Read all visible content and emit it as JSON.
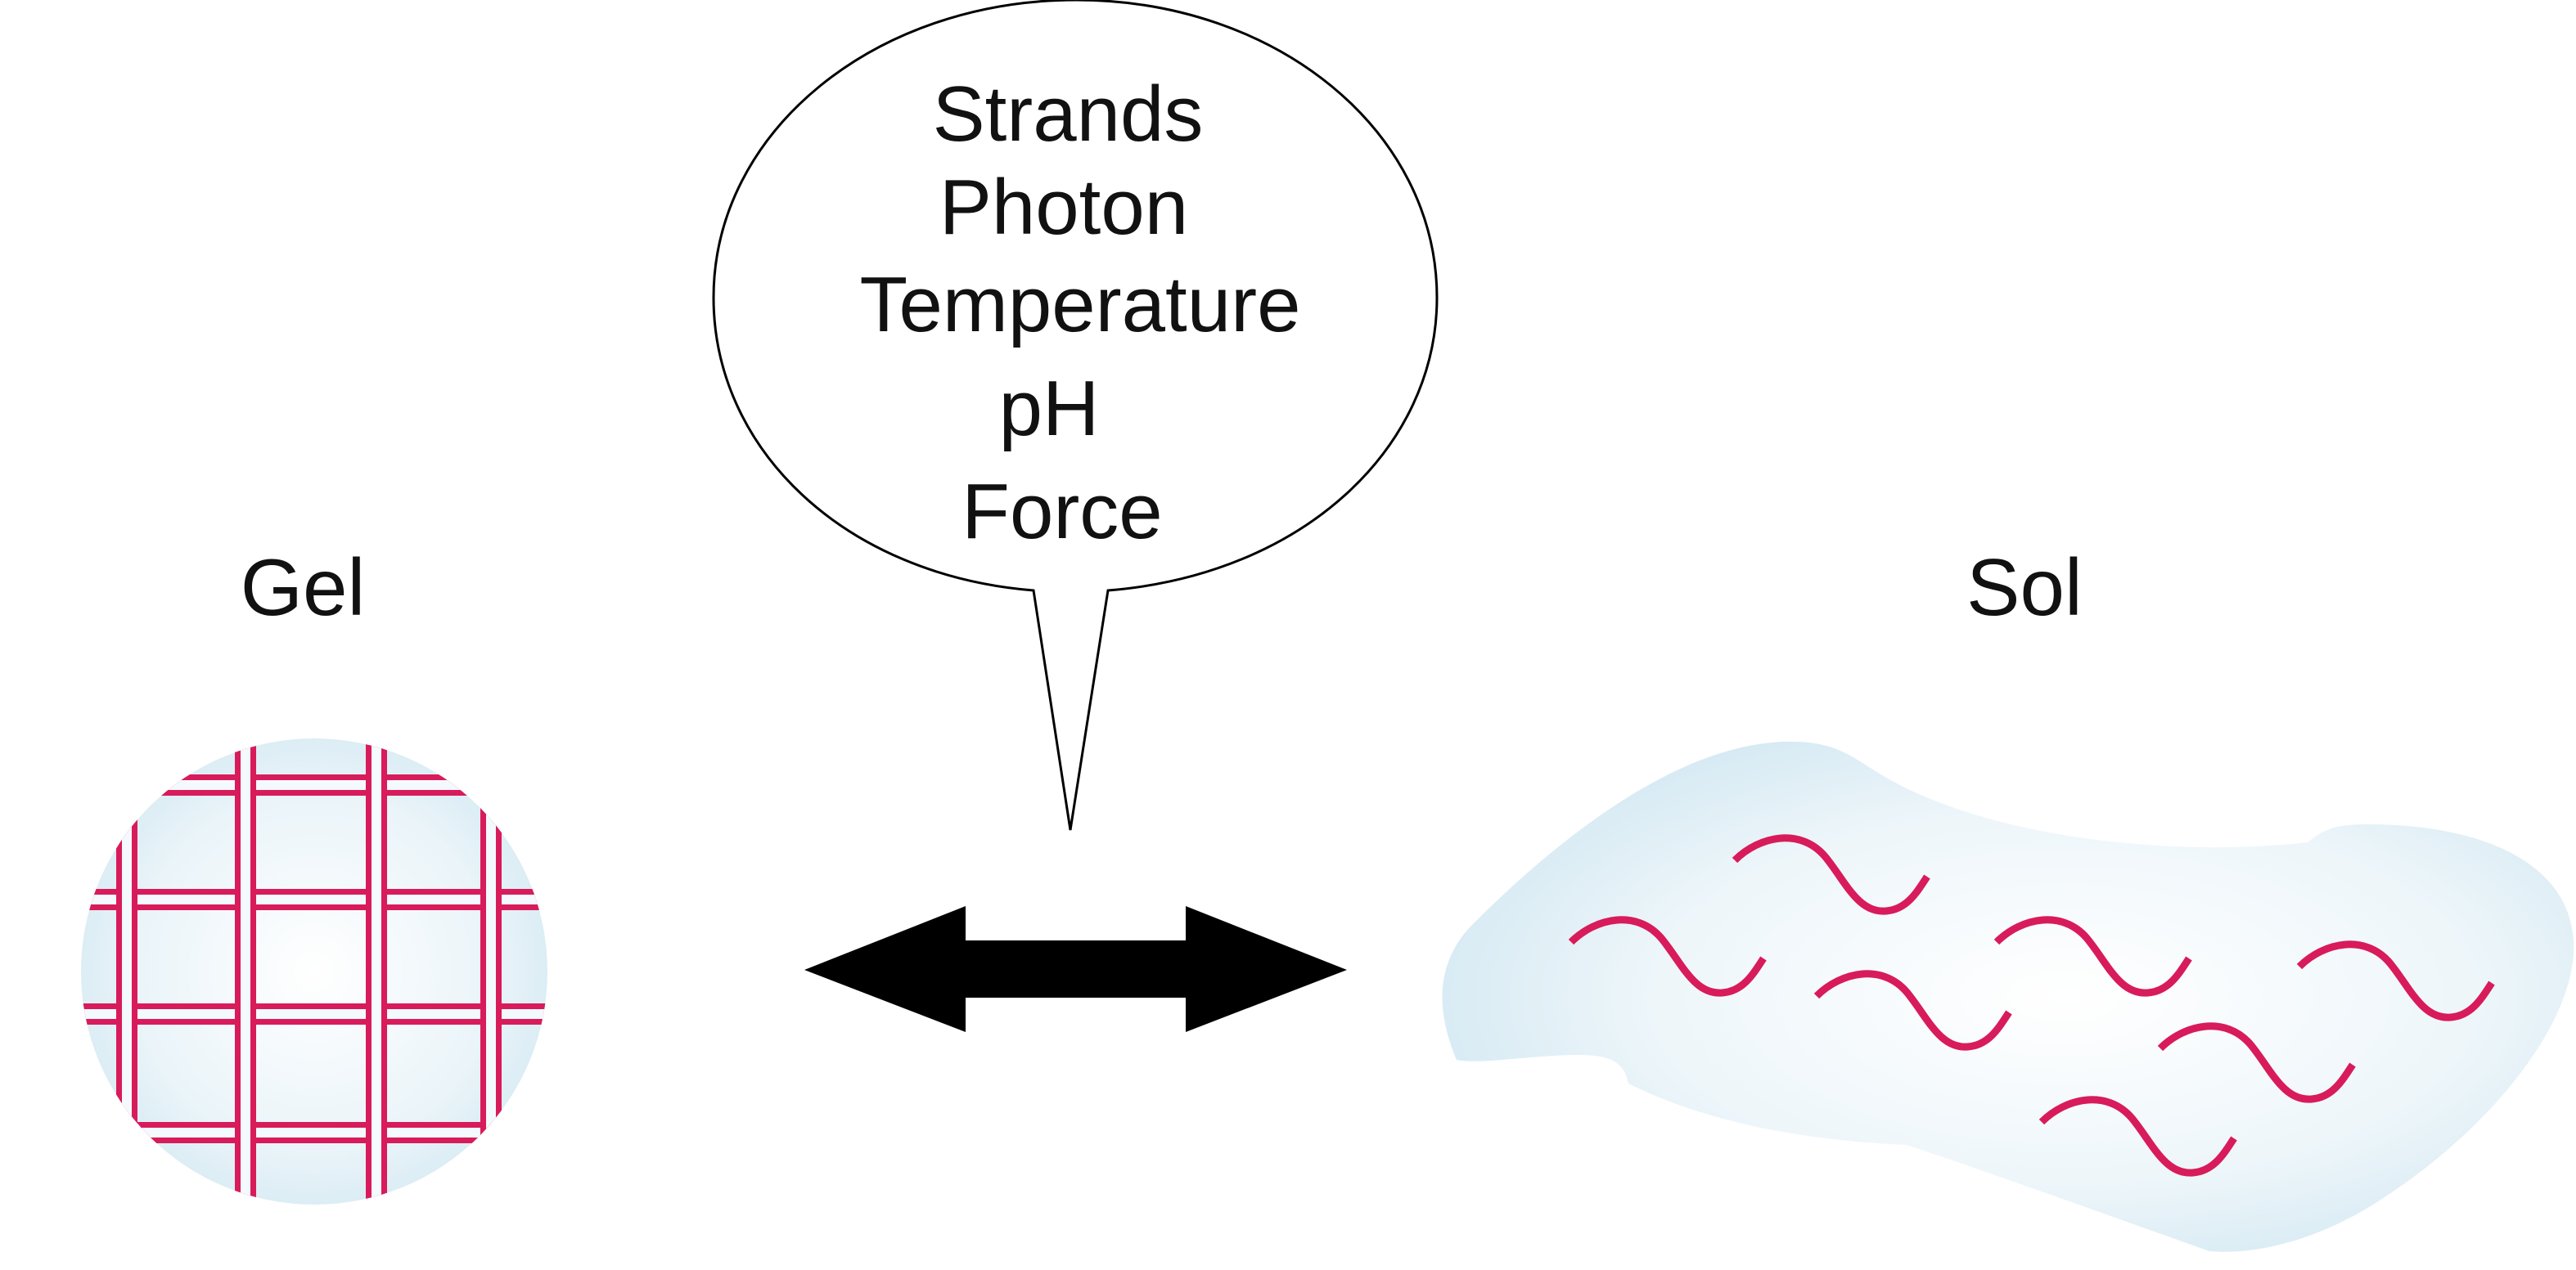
{
  "diagram": {
    "gel_label": "Gel",
    "sol_label": "Sol",
    "stimuli": [
      "Strands",
      "Photon",
      "Temperature",
      "pH",
      "Force"
    ],
    "colors": {
      "polymer": "#d81b5a",
      "medium": "#dcedf5",
      "medium_light": "#f4fafc",
      "arrow": "#000000",
      "outline": "#000000"
    },
    "sol_chain_count": 7,
    "arrow_direction": "bidirectional"
  }
}
